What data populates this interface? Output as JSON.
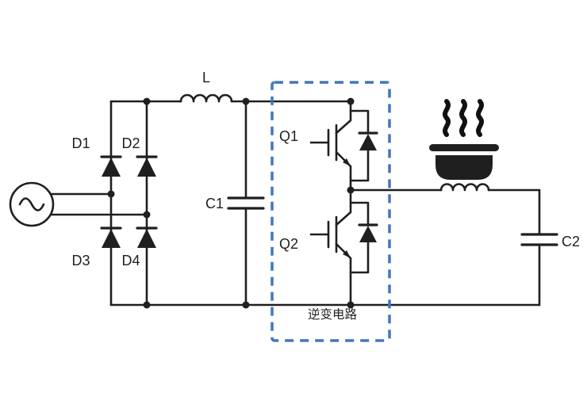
{
  "diagram": {
    "kind": "circuit-schematic",
    "labels": {
      "filter_inductor": "L",
      "diode_d1": "D1",
      "diode_d2": "D2",
      "diode_d3": "D3",
      "diode_d4": "D4",
      "bus_capacitor": "C1",
      "igbt_q1": "Q1",
      "igbt_q2": "Q2",
      "resonant_capacitor": "C2",
      "inverter_block": "逆变电路"
    },
    "icons": {
      "ac_source": "sine-wave-in-circle",
      "cooking_pot": "pot-with-steam"
    },
    "colors": {
      "wire": "#1f1f1f",
      "component_fill": "#1f1f1f",
      "inverter_box": "#4176bd",
      "label_text": "#1f1f1f",
      "background": "#ffffff"
    }
  }
}
